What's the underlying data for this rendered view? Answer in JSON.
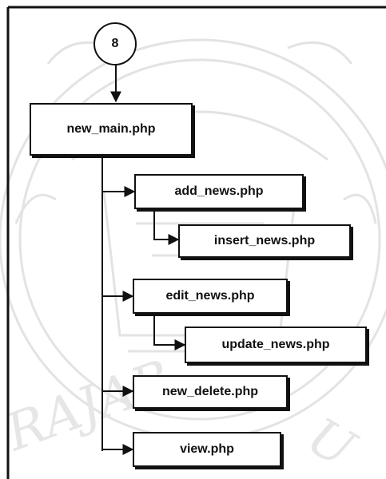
{
  "diagram": {
    "connector_label": "8",
    "root": "new_main.php",
    "children": [
      {
        "label": "add_news.php",
        "child": "insert_news.php"
      },
      {
        "label": "edit_news.php",
        "child": "update_news.php"
      },
      {
        "label": "new_delete.php"
      },
      {
        "label": "view.php"
      }
    ]
  },
  "colors": {
    "stroke": "#111111",
    "box_fill": "#ffffff",
    "watermark": "#c8c8c8"
  }
}
